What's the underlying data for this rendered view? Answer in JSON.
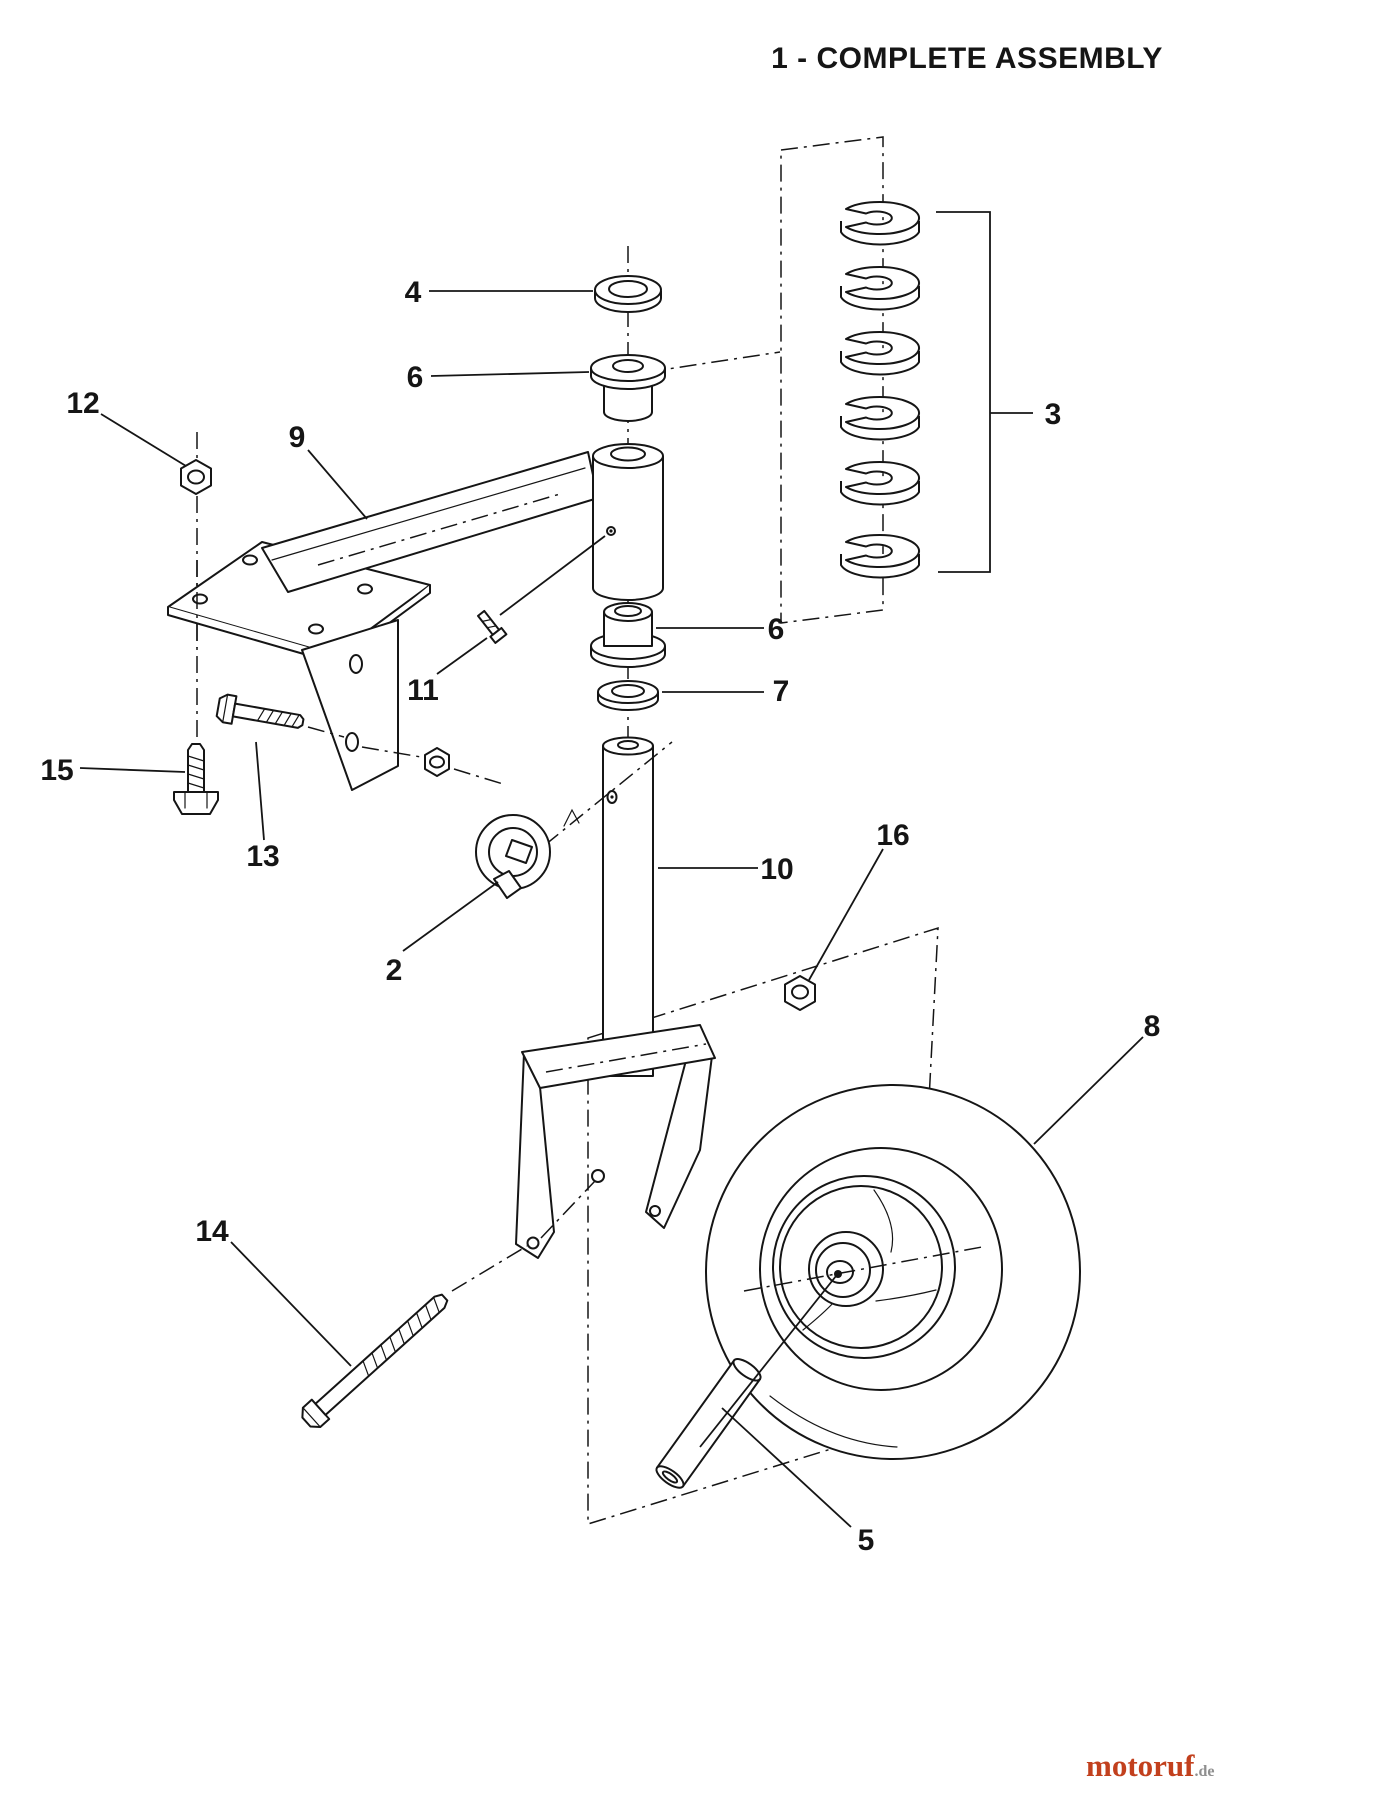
{
  "title": "1 - COMPLETE ASSEMBLY",
  "watermark": {
    "brand": "motoruf",
    "tld": ".de"
  },
  "colors": {
    "ink": "#151515",
    "paper": "#ffffff",
    "brand": "#c2401d",
    "tld": "#8f8f8f"
  },
  "callouts": {
    "c2": {
      "label": "2"
    },
    "c3": {
      "label": "3"
    },
    "c4": {
      "label": "4"
    },
    "c5": {
      "label": "5"
    },
    "c6_top": {
      "label": "6"
    },
    "c6_bottom": {
      "label": "6"
    },
    "c7": {
      "label": "7"
    },
    "c8": {
      "label": "8"
    },
    "c9": {
      "label": "9"
    },
    "c10": {
      "label": "10"
    },
    "c11": {
      "label": "11"
    },
    "c12": {
      "label": "12"
    },
    "c13": {
      "label": "13"
    },
    "c14": {
      "label": "14"
    },
    "c15": {
      "label": "15"
    },
    "c16": {
      "label": "16"
    }
  }
}
